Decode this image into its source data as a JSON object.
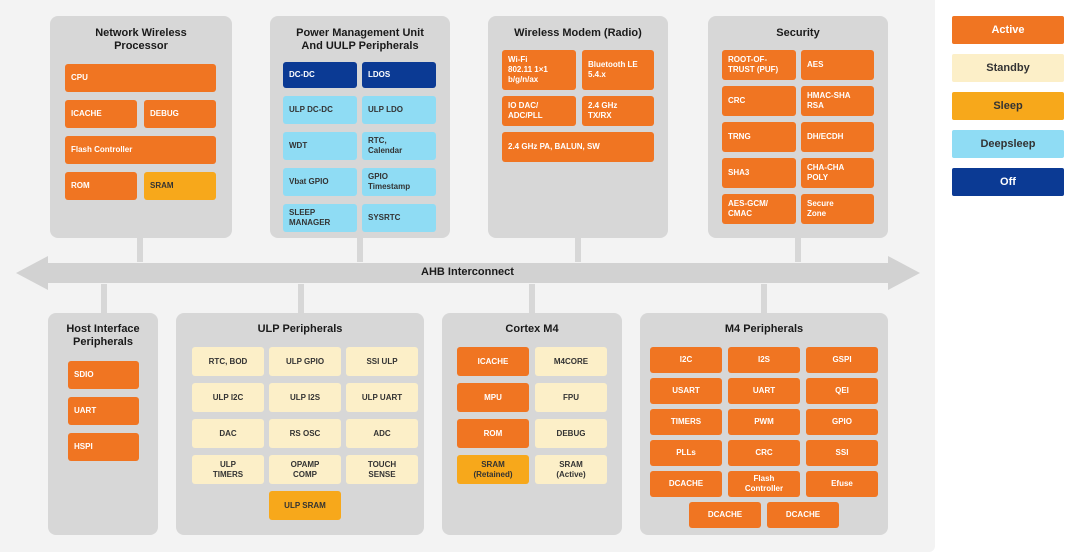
{
  "bus_label": "AHB Interconnect",
  "legend": [
    {
      "label": "Active",
      "state": "active"
    },
    {
      "label": "Standby",
      "state": "standby"
    },
    {
      "label": "Sleep",
      "state": "sleep"
    },
    {
      "label": "Deepsleep",
      "state": "deepsleep"
    },
    {
      "label": "Off",
      "state": "off"
    }
  ],
  "colors": {
    "active": "#f07522",
    "standby": "#fcefc8",
    "sleep": "#f7a81b",
    "deepsleep": "#8fdcf4",
    "off": "#0b3a94"
  },
  "panels": {
    "nwp": {
      "title": "Network Wireless\nProcessor",
      "blocks": [
        {
          "label": "CPU",
          "state": "active"
        },
        {
          "label": "ICACHE",
          "state": "active"
        },
        {
          "label": "DEBUG",
          "state": "active"
        },
        {
          "label": "Flash Controller",
          "state": "active"
        },
        {
          "label": "ROM",
          "state": "active"
        },
        {
          "label": "SRAM",
          "state": "sleep"
        }
      ]
    },
    "pmu": {
      "title": "Power Management Unit\nAnd UULP Peripherals",
      "blocks": [
        {
          "label": "DC-DC",
          "state": "off"
        },
        {
          "label": "LDOS",
          "state": "off"
        },
        {
          "label": "ULP DC-DC",
          "state": "deepsleep"
        },
        {
          "label": "ULP LDO",
          "state": "deepsleep"
        },
        {
          "label": "WDT",
          "state": "deepsleep"
        },
        {
          "label": "RTC,\nCalendar",
          "state": "deepsleep"
        },
        {
          "label": "Vbat GPIO",
          "state": "deepsleep"
        },
        {
          "label": "GPIO\nTimestamp",
          "state": "deepsleep"
        },
        {
          "label": "SLEEP\nMANAGER",
          "state": "deepsleep"
        },
        {
          "label": "SYSRTC",
          "state": "deepsleep"
        }
      ]
    },
    "modem": {
      "title": "Wireless Modem (Radio)",
      "blocks": [
        {
          "label": "Wi-Fi\n802.11 1×1\nb/g/n/ax",
          "state": "active"
        },
        {
          "label": "Bluetooth LE\n5.4.x",
          "state": "active"
        },
        {
          "label": "IO DAC/\nADC/PLL",
          "state": "active"
        },
        {
          "label": "2.4 GHz\nTX/RX",
          "state": "active"
        },
        {
          "label": "2.4 GHz PA, BALUN, SW",
          "state": "active"
        }
      ]
    },
    "security": {
      "title": "Security",
      "blocks": [
        {
          "label": "ROOT-OF-\nTRUST (PUF)",
          "state": "active"
        },
        {
          "label": "AES",
          "state": "active"
        },
        {
          "label": "CRC",
          "state": "active"
        },
        {
          "label": "HMAC-SHA\nRSA",
          "state": "active"
        },
        {
          "label": "TRNG",
          "state": "active"
        },
        {
          "label": "DH/ECDH",
          "state": "active"
        },
        {
          "label": "SHA3",
          "state": "active"
        },
        {
          "label": "CHA-CHA\nPOLY",
          "state": "active"
        },
        {
          "label": "AES-GCM/\nCMAC",
          "state": "active"
        },
        {
          "label": "Secure\nZone",
          "state": "active"
        }
      ]
    },
    "host": {
      "title": "Host Interface\nPeripherals",
      "blocks": [
        {
          "label": "SDIO",
          "state": "active"
        },
        {
          "label": "UART",
          "state": "active"
        },
        {
          "label": "HSPI",
          "state": "active"
        }
      ]
    },
    "ulp": {
      "title": "ULP Peripherals",
      "blocks": [
        {
          "label": "RTC, BOD",
          "state": "standby"
        },
        {
          "label": "ULP GPIO",
          "state": "standby"
        },
        {
          "label": "SSI ULP",
          "state": "standby"
        },
        {
          "label": "ULP I2C",
          "state": "standby"
        },
        {
          "label": "ULP I2S",
          "state": "standby"
        },
        {
          "label": "ULP UART",
          "state": "standby"
        },
        {
          "label": "DAC",
          "state": "standby"
        },
        {
          "label": "RS OSC",
          "state": "standby"
        },
        {
          "label": "ADC",
          "state": "standby"
        },
        {
          "label": "ULP\nTIMERS",
          "state": "standby"
        },
        {
          "label": "OPAMP\nCOMP",
          "state": "standby"
        },
        {
          "label": "TOUCH\nSENSE",
          "state": "standby"
        },
        {
          "label": "ULP SRAM",
          "state": "sleep"
        }
      ]
    },
    "cortex": {
      "title": "Cortex M4",
      "blocks": [
        {
          "label": "ICACHE",
          "state": "active"
        },
        {
          "label": "M4CORE",
          "state": "standby"
        },
        {
          "label": "MPU",
          "state": "active"
        },
        {
          "label": "FPU",
          "state": "standby"
        },
        {
          "label": "ROM",
          "state": "active"
        },
        {
          "label": "DEBUG",
          "state": "standby"
        },
        {
          "label": "SRAM\n(Retained)",
          "state": "sleep"
        },
        {
          "label": "SRAM\n(Active)",
          "state": "standby"
        }
      ]
    },
    "m4p": {
      "title": "M4 Peripherals",
      "blocks": [
        {
          "label": "I2C",
          "state": "active"
        },
        {
          "label": "I2S",
          "state": "active"
        },
        {
          "label": "GSPI",
          "state": "active"
        },
        {
          "label": "USART",
          "state": "active"
        },
        {
          "label": "UART",
          "state": "active"
        },
        {
          "label": "QEI",
          "state": "active"
        },
        {
          "label": "TIMERS",
          "state": "active"
        },
        {
          "label": "PWM",
          "state": "active"
        },
        {
          "label": "GPIO",
          "state": "active"
        },
        {
          "label": "PLLs",
          "state": "active"
        },
        {
          "label": "CRC",
          "state": "active"
        },
        {
          "label": "SSI",
          "state": "active"
        },
        {
          "label": "DCACHE",
          "state": "active"
        },
        {
          "label": "Flash\nController",
          "state": "active"
        },
        {
          "label": "Efuse",
          "state": "active"
        },
        {
          "label": "DCACHE",
          "state": "active"
        },
        {
          "label": "DCACHE",
          "state": "active"
        }
      ]
    }
  }
}
